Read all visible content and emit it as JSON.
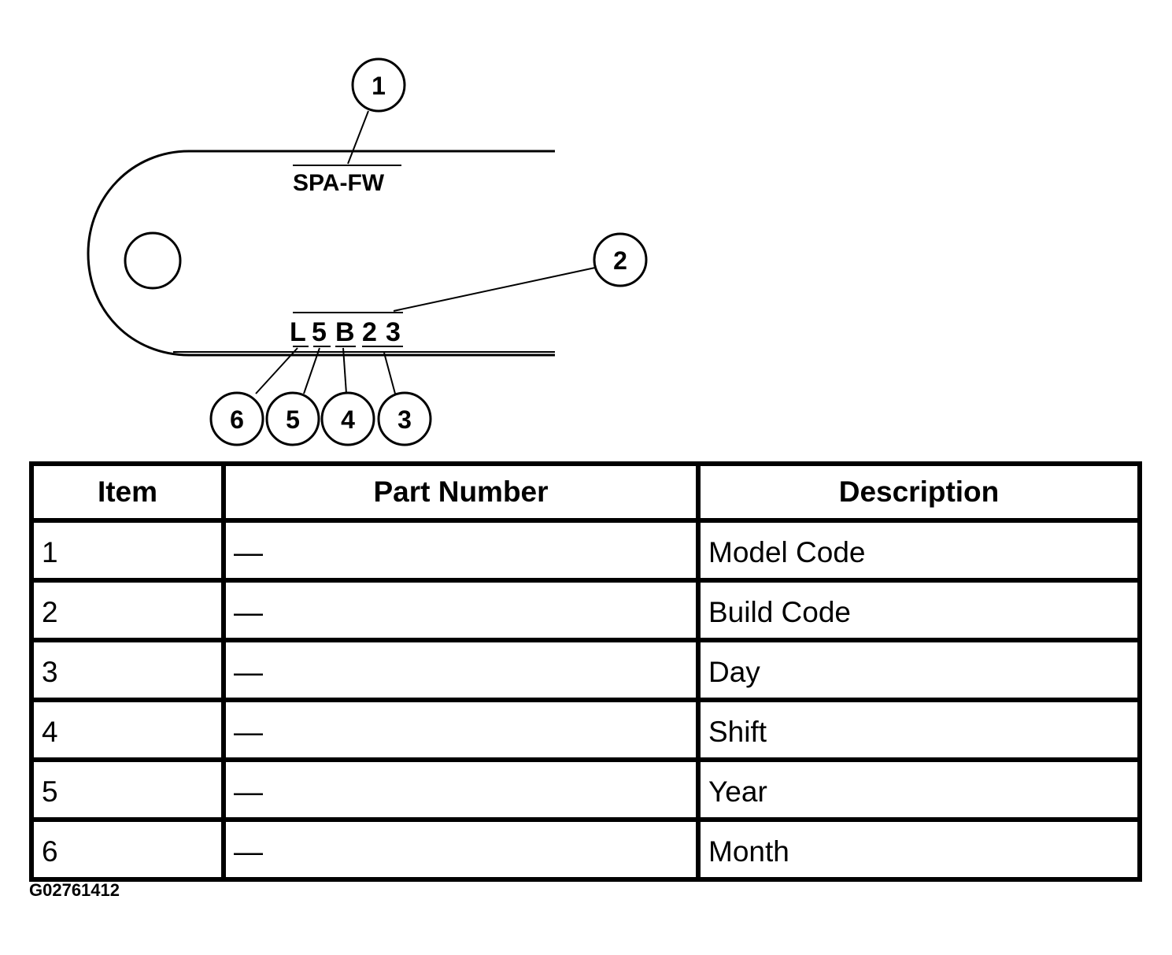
{
  "diagram": {
    "model_code_label": "SPA-FW",
    "build_code_chars": [
      "L",
      "5",
      "B",
      "2",
      "3"
    ],
    "callouts": [
      "1",
      "2",
      "3",
      "4",
      "5",
      "6"
    ]
  },
  "table": {
    "headers": {
      "item": "Item",
      "part_number": "Part Number",
      "description": "Description"
    },
    "rows": [
      {
        "item": "1",
        "part_number": "—",
        "description": "Model Code"
      },
      {
        "item": "2",
        "part_number": "—",
        "description": "Build Code"
      },
      {
        "item": "3",
        "part_number": "—",
        "description": "Day"
      },
      {
        "item": "4",
        "part_number": "—",
        "description": "Shift"
      },
      {
        "item": "5",
        "part_number": "—",
        "description": "Year"
      },
      {
        "item": "6",
        "part_number": "—",
        "description": "Month"
      }
    ]
  },
  "figure_id": "G02761412"
}
